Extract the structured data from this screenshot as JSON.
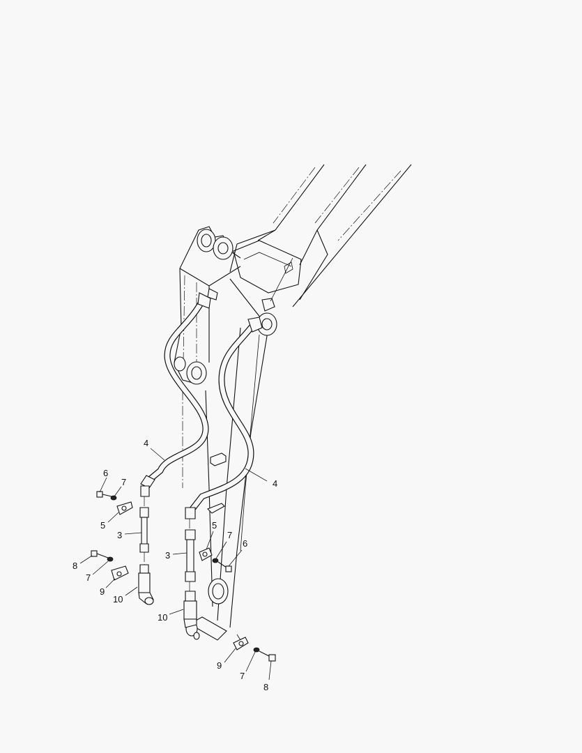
{
  "callouts": [
    {
      "id": "c4a",
      "text": "4"
    },
    {
      "id": "c4b",
      "text": "4"
    },
    {
      "id": "c6a",
      "text": "6"
    },
    {
      "id": "c7a",
      "text": "7"
    },
    {
      "id": "c5a",
      "text": "5"
    },
    {
      "id": "c3a",
      "text": "3"
    },
    {
      "id": "c8a",
      "text": "8"
    },
    {
      "id": "c7b",
      "text": "7"
    },
    {
      "id": "c9a",
      "text": "9"
    },
    {
      "id": "c10a",
      "text": "10"
    },
    {
      "id": "c5b",
      "text": "5"
    },
    {
      "id": "c7c",
      "text": "7"
    },
    {
      "id": "c6b",
      "text": "6"
    },
    {
      "id": "c3b",
      "text": "3"
    },
    {
      "id": "c10b",
      "text": "10"
    },
    {
      "id": "c9b",
      "text": "9"
    },
    {
      "id": "c7d",
      "text": "7"
    },
    {
      "id": "c8b",
      "text": "8"
    }
  ]
}
